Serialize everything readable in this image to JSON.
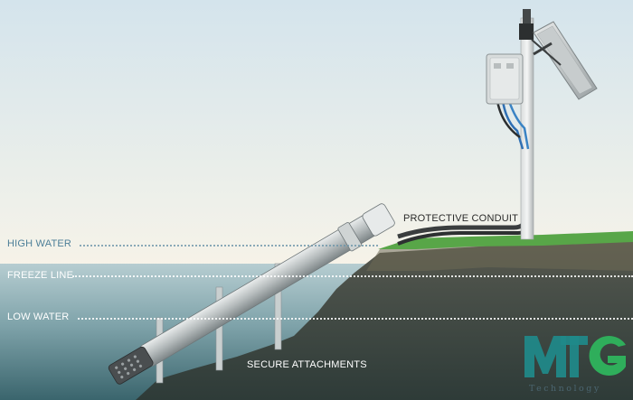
{
  "labels": {
    "high_water": "HIGH WATER",
    "freeze_line": "FREEZE LINE",
    "low_water": "LOW WATER",
    "protective_conduit": "PROTECTIVE CONDUIT",
    "secure_attachments": "SECURE ATTACHMENTS"
  },
  "logo": {
    "text": "MTG",
    "subtitle": "Technology"
  },
  "colors": {
    "sky_top": "#d6e5ed",
    "sky_bottom": "#f6f3ea",
    "grass": "#5aa84a",
    "water_top": "#a9c3c9",
    "water_bottom": "#3d6a72",
    "ground": "#3f4a45",
    "conduit": "#3a3d3e",
    "logo_teal": "#1e8a8a",
    "logo_green": "#2fae5b"
  },
  "icons": {
    "solar_panel": "solar-panel-icon",
    "control_box": "control-box-icon",
    "sensor_probe": "sensor-probe-icon"
  }
}
